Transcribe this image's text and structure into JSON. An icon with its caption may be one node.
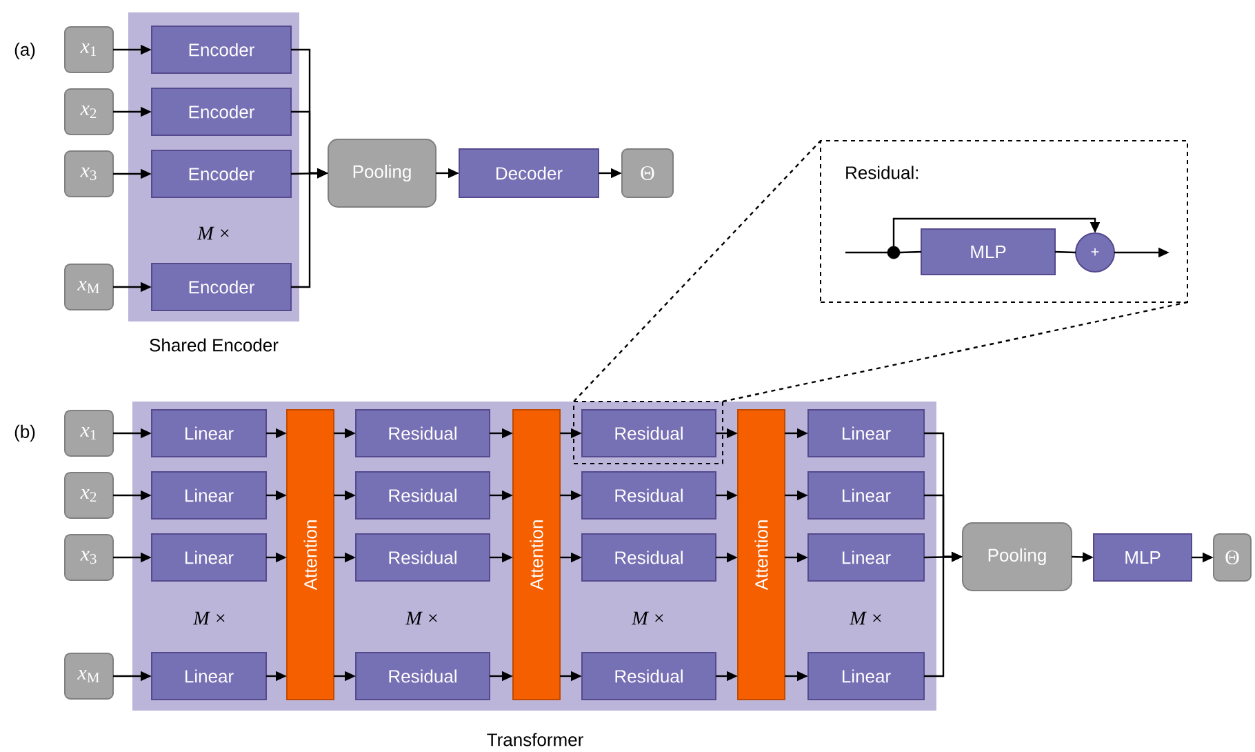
{
  "diagram": {
    "nodes": [
      {
        "text": [
          "*M* ×",
          "Shared Encoder"
        ]
      },
      {
        "text": [
          "*x*$_{1}$"
        ]
      },
      {
        "text": [
          "*x*$_{2}$"
        ]
      },
      {
        "text": [
          "*x*$_{3}$"
        ]
      },
      {
        "text": [
          "*x*$_{M}$"
        ]
      },
      {
        "text": [
          "Encoder"
        ],
        "in": 0
      },
      {
        "text": [
          "Encoder"
        ],
        "in": 0
      },
      {
        "text": [
          "Encoder"
        ],
        "in": 0
      },
      {
        "text": [
          "Encoder"
        ],
        "in": 0
      },
      {
        "text": [
          "Pooling"
        ]
      },
      {
        "text": [
          "Decoder"
        ]
      },
      {
        "text": [
          "Θ"
        ]
      },
      {
        "text": [
          "*M* ×",
          "*M* ×",
          "*M* ×",
          "*M* ×",
          "Transformer"
        ]
      },
      {
        "text": [
          "*x*$_{1}$"
        ]
      },
      {
        "text": [
          "*x*$_{2}$"
        ]
      },
      {
        "text": [
          "*x*$_{3}$"
        ]
      },
      {
        "text": [
          "*x*$_{M}$"
        ]
      },
      {
        "text": [
          "Linear"
        ],
        "in": 12
      },
      {
        "text": [
          "Linear"
        ],
        "in": 12
      },
      {
        "text": [
          "Linear"
        ],
        "in": 12
      },
      {
        "text": [
          "Linear"
        ],
        "in": 12
      },
      {
        "text": [
          "Attention"
        ],
        "in": 12
      },
      {
        "text": [
          "Residual"
        ],
        "in": 12
      },
      {
        "text": [
          "Residual"
        ],
        "in": 12
      },
      {
        "text": [
          "Residual"
        ],
        "in": 12
      },
      {
        "text": [
          "Residual"
        ],
        "in": 12
      },
      {
        "text": [
          "Attention"
        ],
        "in": 12
      },
      {
        "text": [],
        "shape": "box",
        "in": 12
      },
      {
        "text": [
          "Residual"
        ],
        "in": 27
      },
      {
        "text": [
          "Residual"
        ],
        "in": 12
      },
      {
        "text": [
          "Residual"
        ],
        "in": 12
      },
      {
        "text": [
          "Residual"
        ],
        "in": 12
      },
      {
        "text": [
          "Attention"
        ],
        "in": 12
      },
      {
        "text": [
          "Linear"
        ],
        "in": 12
      },
      {
        "text": [
          "Linear"
        ],
        "in": 12
      },
      {
        "text": [
          "Linear"
        ],
        "in": 12
      },
      {
        "text": [
          "Linear"
        ],
        "in": 12
      },
      {
        "text": [
          "Pooling"
        ]
      },
      {
        "text": [
          "MLP"
        ]
      },
      {
        "text": [
          "Θ"
        ]
      },
      {
        "text": [
          "Residual:"
        ]
      },
      {
        "text": [],
        "shape": "circle",
        "in": 40
      },
      {
        "text": [
          "MLP"
        ],
        "in": 40
      },
      {
        "text": [
          "+"
        ],
        "in": 40
      }
    ],
    "edges": [
      {
        "from": 1,
        "to": 5,
        "arrow": "to"
      },
      {
        "from": 2,
        "to": 6,
        "arrow": "to"
      },
      {
        "from": 3,
        "to": 7,
        "arrow": "to"
      },
      {
        "from": 4,
        "to": 8,
        "arrow": "to"
      },
      {
        "from": 5,
        "to": 9,
        "arrow": "to"
      },
      {
        "from": 6,
        "to": 9,
        "arrow": "to"
      },
      {
        "from": 7,
        "to": 9,
        "arrow": "to"
      },
      {
        "from": 8,
        "to": 9,
        "arrow": "to"
      },
      {
        "from": 9,
        "to": 10,
        "arrow": "to"
      },
      {
        "from": 10,
        "to": 11,
        "arrow": "to"
      },
      {
        "from": 13,
        "to": 17,
        "arrow": "to"
      },
      {
        "from": 14,
        "to": 18,
        "arrow": "to"
      },
      {
        "from": 15,
        "to": 19,
        "arrow": "to"
      },
      {
        "from": 16,
        "to": 20,
        "arrow": "to"
      },
      {
        "from": 17,
        "to": 21,
        "arrow": "to"
      },
      {
        "from": 18,
        "to": 21,
        "arrow": "to"
      },
      {
        "from": 19,
        "to": 21,
        "arrow": "to"
      },
      {
        "from": 20,
        "to": 21,
        "arrow": "to"
      },
      {
        "from": 21,
        "to": 22,
        "arrow": "to"
      },
      {
        "from": 21,
        "to": 23,
        "arrow": "to"
      },
      {
        "from": 21,
        "to": 24,
        "arrow": "to"
      },
      {
        "from": 21,
        "to": 25,
        "arrow": "to"
      },
      {
        "from": 22,
        "to": 26,
        "arrow": "to"
      },
      {
        "from": 23,
        "to": 26,
        "arrow": "to"
      },
      {
        "from": 24,
        "to": 26,
        "arrow": "to"
      },
      {
        "from": 25,
        "to": 26,
        "arrow": "to"
      },
      {
        "from": 26,
        "to": 28,
        "arrow": "to"
      },
      {
        "from": 26,
        "to": 29,
        "arrow": "to"
      },
      {
        "from": 26,
        "to": 30,
        "arrow": "to"
      },
      {
        "from": 26,
        "to": 31,
        "arrow": "to"
      },
      {
        "from": 28,
        "to": 32,
        "arrow": "to"
      },
      {
        "from": 29,
        "to": 32,
        "arrow": "to"
      },
      {
        "from": 30,
        "to": 32,
        "arrow": "to"
      },
      {
        "from": 31,
        "to": 32,
        "arrow": "to"
      },
      {
        "from": 32,
        "to": 33,
        "arrow": "to"
      },
      {
        "from": 32,
        "to": 34,
        "arrow": "to"
      },
      {
        "from": 32,
        "to": 35,
        "arrow": "to"
      },
      {
        "from": 32,
        "to": 36,
        "arrow": "to"
      },
      {
        "from": 33,
        "to": 37,
        "arrow": "to"
      },
      {
        "from": 34,
        "to": 37,
        "arrow": "to"
      },
      {
        "from": 35,
        "to": 37,
        "arrow": "to"
      },
      {
        "from": 36,
        "to": 37,
        "arrow": "to"
      },
      {
        "from": 37,
        "to": 38,
        "arrow": "to"
      },
      {
        "from": 38,
        "to": 39,
        "arrow": "to"
      },
      {
        "from": null,
        "to": 41,
        "arrow": "none"
      },
      {
        "from": 41,
        "to": 42,
        "arrow": "none"
      },
      {
        "from": 42,
        "to": 43,
        "arrow": "none"
      },
      {
        "from": 41,
        "to": 43,
        "arrow": "to"
      },
      {
        "from": 43,
        "to": null,
        "arrow": "to"
      },
      {
        "from": 27,
        "to": 40,
        "arrow": "none",
        "style": "dashed"
      },
      {
        "from": 27,
        "to": 40,
        "arrow": "none",
        "style": "dashed"
      }
    ],
    "labels": [
      "(a)",
      "(b)"
    ]
  }
}
